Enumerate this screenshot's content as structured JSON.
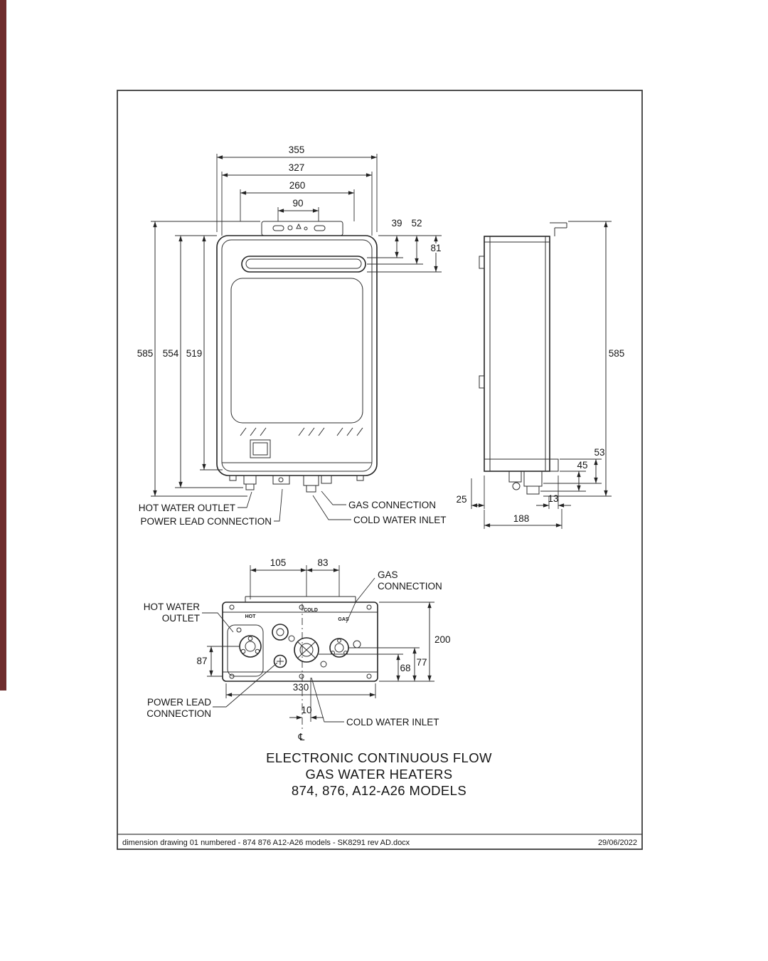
{
  "page": {
    "title_line1": "ELECTRONIC CONTINUOUS FLOW",
    "title_line2": "GAS WATER HEATERS",
    "title_line3": "874, 876, A12-A26 MODELS",
    "footer_left": "dimension drawing 01 numbered - 874 876 A12-A26 models - SK8291 rev AD.docx",
    "footer_right": "29/06/2022"
  },
  "front_view": {
    "d355": "355",
    "d327": "327",
    "d260": "260",
    "d90": "90",
    "d39": "39",
    "d52": "52",
    "d81": "81",
    "d585": "585",
    "d554": "554",
    "d519": "519",
    "label_hot_water_outlet": "HOT WATER OUTLET",
    "label_power_lead_connection": "POWER LEAD CONNECTION",
    "label_gas_connection": "GAS CONNECTION",
    "label_cold_water_inlet": "COLD WATER INLET"
  },
  "side_view": {
    "d585": "585",
    "d53": "53",
    "d45": "45",
    "d25": "25",
    "d13": "13",
    "d188": "188"
  },
  "bottom_view": {
    "d105": "105",
    "d83": "83",
    "d200": "200",
    "d87": "87",
    "d68": "68",
    "d77": "77",
    "d330": "330",
    "d10": "10",
    "centreline": "℄",
    "label_gas_1": "GAS",
    "label_gas_2": "CONNECTION",
    "label_hot_1": "HOT WATER",
    "label_hot_2": "OUTLET",
    "label_power_1": "POWER LEAD",
    "label_power_2": "CONNECTION",
    "label_cold_water_inlet": "COLD WATER INLET",
    "mark_hot": "HOT",
    "mark_cold": "COLD",
    "mark_gas": "GAS"
  }
}
